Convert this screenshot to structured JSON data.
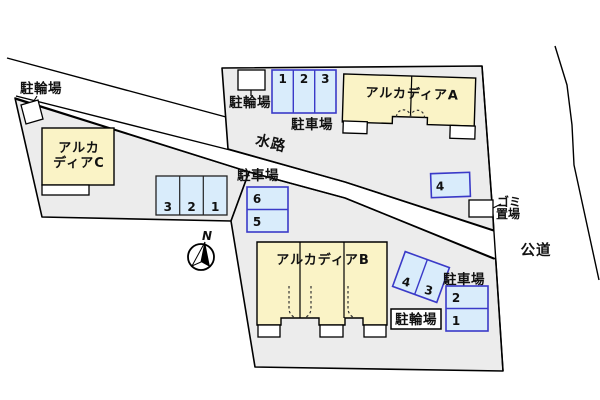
{
  "plan": {
    "north": "N",
    "waterway": "水路",
    "public_road": "公道",
    "garbage_line1": "ゴミ",
    "garbage_line2": "置場"
  },
  "buildings": {
    "a": "アルカディアA",
    "b": "アルカディアB",
    "c_line1": "アルカ",
    "c_line2": "ディアC"
  },
  "bicycle_parking": {
    "site_c": "駐輪場",
    "site_a": "駐輪場",
    "site_b": "駐輪場"
  },
  "parking_labels": {
    "site_a": "駐車場",
    "middle": "駐車場",
    "site_b": "駐車場"
  },
  "parking_spaces": {
    "lot_a_top": [
      "1",
      "2",
      "3"
    ],
    "lot_c_left": [
      "3",
      "2",
      "1"
    ],
    "lot_mid": [
      "6",
      "5"
    ],
    "lot_single": [
      "4"
    ],
    "lot_diagonal": [
      "4",
      "3"
    ],
    "lot_b_right": [
      "2",
      "1"
    ]
  },
  "colors": {
    "site_fill": "#ececec",
    "building_fill": "#faf3c6",
    "parking_fill": "#d9ecfb",
    "parking_border": "#3a3ac8"
  }
}
